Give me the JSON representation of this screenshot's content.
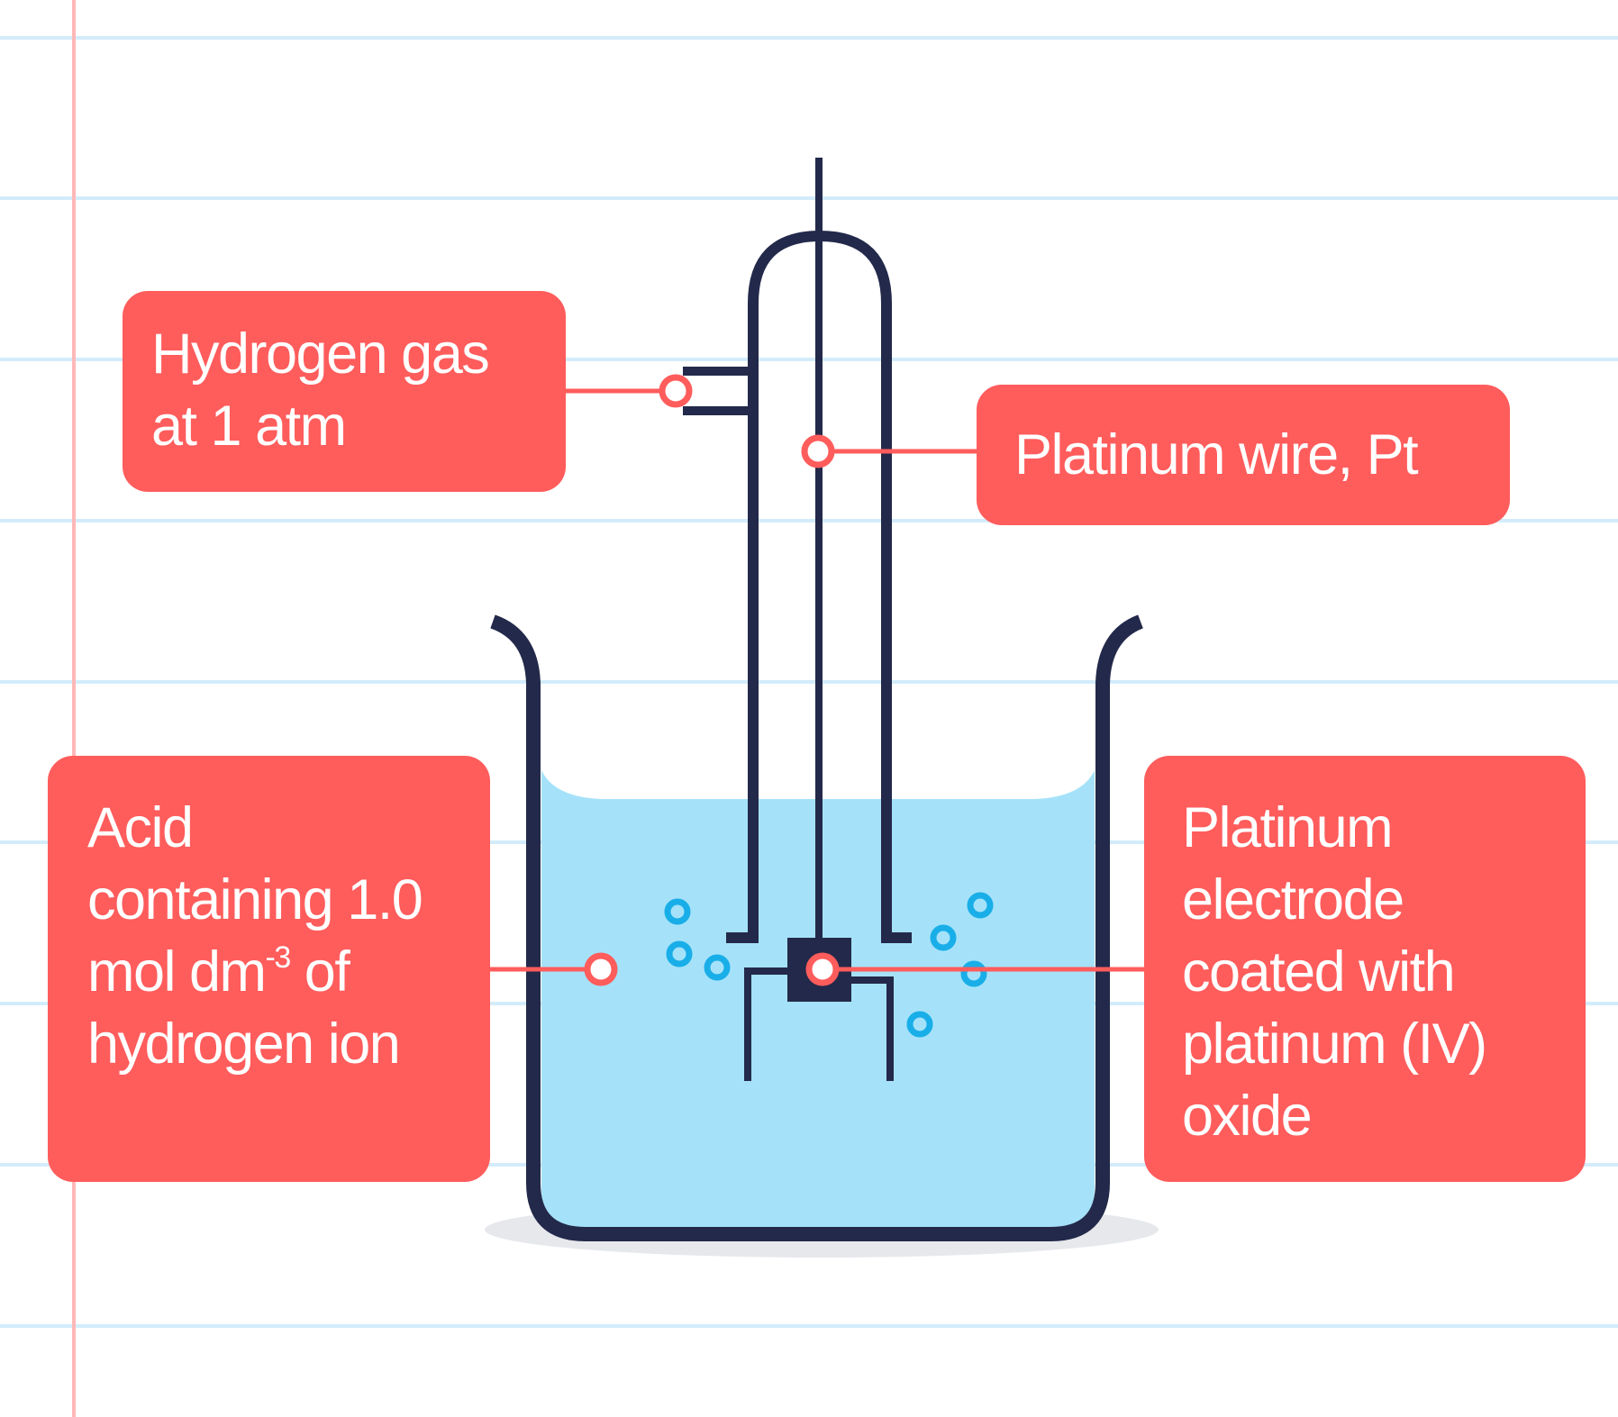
{
  "labels": {
    "hydrogen_gas": [
      "Hydrogen gas",
      "at 1 atm"
    ],
    "platinum_wire": "Platinum wire, Pt",
    "acid": {
      "line1": "Acid",
      "line2": "containing 1.0",
      "line3_pre": "mol dm",
      "line3_sup": "-3",
      "line3_post": " of",
      "line4": "hydrogen ion"
    },
    "electrode": [
      "Platinum",
      "electrode",
      "coated with",
      "platinum (IV)",
      "oxide"
    ]
  },
  "colors": {
    "label_fill": "#ff5c5c",
    "label_text": "#ffffff",
    "apparatus_stroke": "#23294a",
    "solution_fill": "#a5e2f9",
    "bubble_stroke": "#19aee8",
    "ruled_line": "#d3ecfb",
    "margin_line": "#ffb8b8",
    "leader_line": "#ff5c5c",
    "shadow": "#e6e8ec"
  }
}
